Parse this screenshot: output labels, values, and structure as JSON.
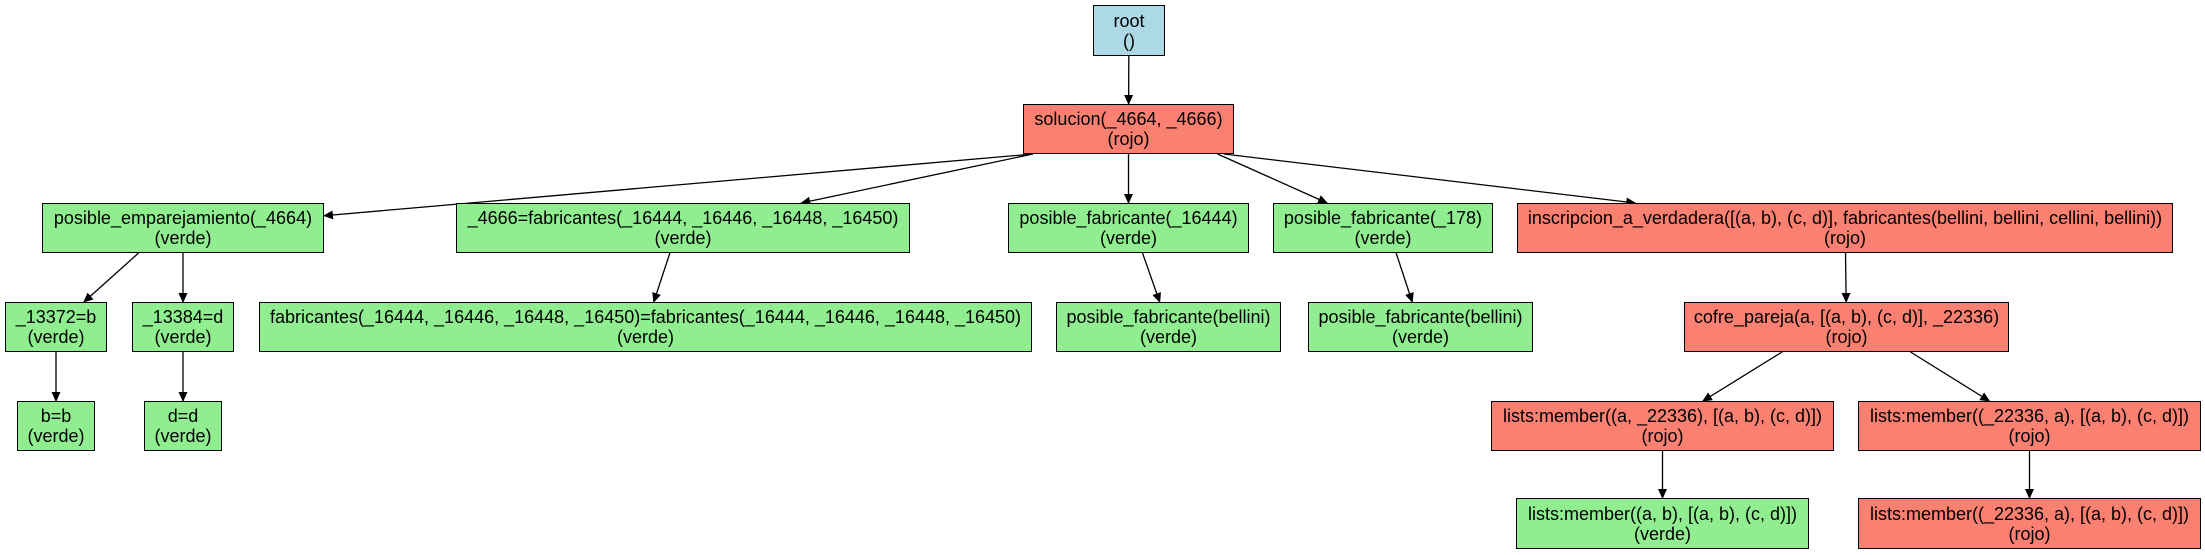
{
  "colors": {
    "root": "#add8e6",
    "rojo": "#fa8072",
    "verde": "#90ee90",
    "edge": "#000000"
  },
  "nodes": {
    "root": {
      "line1": "root",
      "line2": "()",
      "status": "root"
    },
    "solucion": {
      "line1": "solucion(_4664, _4666)",
      "line2": "(rojo)",
      "status": "rojo"
    },
    "posible_emparejamiento": {
      "line1": "posible_emparejamiento(_4664)",
      "line2": "(verde)",
      "status": "verde"
    },
    "fabricantes_eq": {
      "line1": "_4666=fabricantes(_16444, _16446, _16448, _16450)",
      "line2": "(verde)",
      "status": "verde"
    },
    "posible_fabricante_16444": {
      "line1": "posible_fabricante(_16444)",
      "line2": "(verde)",
      "status": "verde"
    },
    "posible_fabricante_178": {
      "line1": "posible_fabricante(_178)",
      "line2": "(verde)",
      "status": "verde"
    },
    "inscripcion": {
      "line1": "inscripcion_a_verdadera([(a, b), (c, d)], fabricantes(bellini, bellini, cellini, bellini))",
      "line2": "(rojo)",
      "status": "rojo"
    },
    "eq_13372": {
      "line1": "_13372=b",
      "line2": "(verde)",
      "status": "verde"
    },
    "eq_13384": {
      "line1": "_13384=d",
      "line2": "(verde)",
      "status": "verde"
    },
    "fabricantes_unify": {
      "line1": "fabricantes(_16444, _16446, _16448, _16450)=fabricantes(_16444, _16446, _16448, _16450)",
      "line2": "(verde)",
      "status": "verde"
    },
    "posible_fabricante_bellini_1": {
      "line1": "posible_fabricante(bellini)",
      "line2": "(verde)",
      "status": "verde"
    },
    "posible_fabricante_bellini_2": {
      "line1": "posible_fabricante(bellini)",
      "line2": "(verde)",
      "status": "verde"
    },
    "cofre_pareja": {
      "line1": "cofre_pareja(a, [(a, b), (c, d)], _22336)",
      "line2": "(rojo)",
      "status": "rojo"
    },
    "b_eq_b": {
      "line1": "b=b",
      "line2": "(verde)",
      "status": "verde"
    },
    "d_eq_d": {
      "line1": "d=d",
      "line2": "(verde)",
      "status": "verde"
    },
    "member_a_22336": {
      "line1": "lists:member((a, _22336), [(a, b), (c, d)])",
      "line2": "(rojo)",
      "status": "rojo"
    },
    "member_22336_a": {
      "line1": "lists:member((_22336, a), [(a, b), (c, d)])",
      "line2": "(rojo)",
      "status": "rojo"
    },
    "member_a_b": {
      "line1": "lists:member((a, b), [(a, b), (c, d)])",
      "line2": "(verde)",
      "status": "verde"
    },
    "member_22336_a_child": {
      "line1": "lists:member((_22336, a), [(a, b), (c, d)])",
      "line2": "(rojo)",
      "status": "rojo"
    }
  },
  "edges": [
    [
      "root",
      "solucion"
    ],
    [
      "solucion",
      "posible_emparejamiento"
    ],
    [
      "solucion",
      "fabricantes_eq"
    ],
    [
      "solucion",
      "posible_fabricante_16444"
    ],
    [
      "solucion",
      "posible_fabricante_178"
    ],
    [
      "solucion",
      "inscripcion"
    ],
    [
      "posible_emparejamiento",
      "eq_13372"
    ],
    [
      "posible_emparejamiento",
      "eq_13384"
    ],
    [
      "fabricantes_eq",
      "fabricantes_unify"
    ],
    [
      "posible_fabricante_16444",
      "posible_fabricante_bellini_1"
    ],
    [
      "posible_fabricante_178",
      "posible_fabricante_bellini_2"
    ],
    [
      "inscripcion",
      "cofre_pareja"
    ],
    [
      "eq_13372",
      "b_eq_b"
    ],
    [
      "eq_13384",
      "d_eq_d"
    ],
    [
      "cofre_pareja",
      "member_a_22336"
    ],
    [
      "cofre_pareja",
      "member_22336_a"
    ],
    [
      "member_a_22336",
      "member_a_b"
    ],
    [
      "member_22336_a",
      "member_22336_a_child"
    ]
  ]
}
